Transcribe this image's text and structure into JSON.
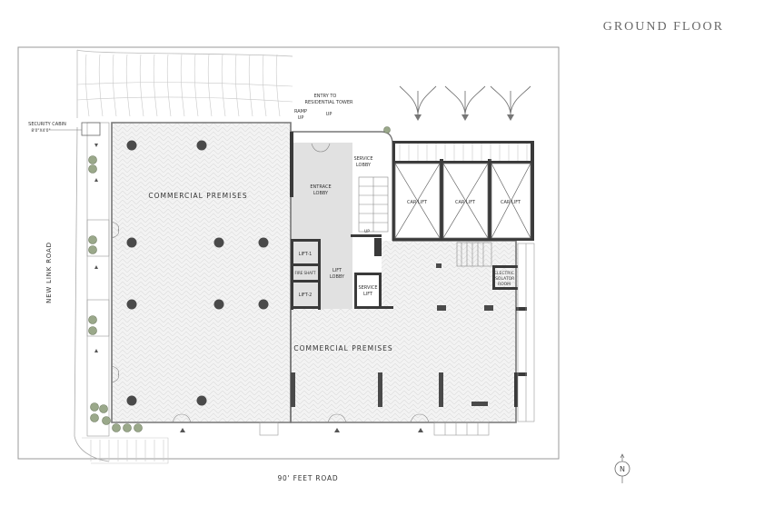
{
  "title": "GROUND FLOOR",
  "labels": {
    "commercial_top": "COMMERCIAL PREMISES",
    "commercial_bottom": "COMMERCIAL PREMISES",
    "entrance_lobby_1": "ENTRACE",
    "entrance_lobby_2": "LOBBY",
    "service_lobby_1": "SERVICE",
    "service_lobby_2": "LOBBY",
    "car_lift_1": "CAR LIFT",
    "car_lift_2": "CAR LIFT",
    "car_lift_3": "CAR LIFT",
    "lift_1": "LIFT-1",
    "fire_shaft": "FIRE SHAFT",
    "lift_2": "LIFT-2",
    "lift_lobby_1": "LIFT",
    "lift_lobby_2": "LOBBY",
    "service_lift_1": "SERVICE",
    "service_lift_2": "LIFT",
    "up_small": "UP",
    "electric_1": "ELECTRIC",
    "electric_2": "ISOLATOR",
    "electric_3": "ROOM",
    "entry_1": "ENTRY TO",
    "entry_2": "RESIDENTIAL TOWER",
    "ramp_1": "RAMP",
    "ramp_2": "UP",
    "up_ramp": "UP",
    "security_1": "SECURITY CABIN",
    "security_2": "8'0\"X4'0\"",
    "new_link_road": "NEW LINK ROAD",
    "feet_road": "90' FEET ROAD",
    "north": "N"
  },
  "colors": {
    "wall": "#3a3a3a",
    "outline": "#8a8a8a",
    "lobby_fill": "#e1e1e1",
    "floor_fill": "#f4f4f4",
    "tree": "#9aa88a"
  }
}
